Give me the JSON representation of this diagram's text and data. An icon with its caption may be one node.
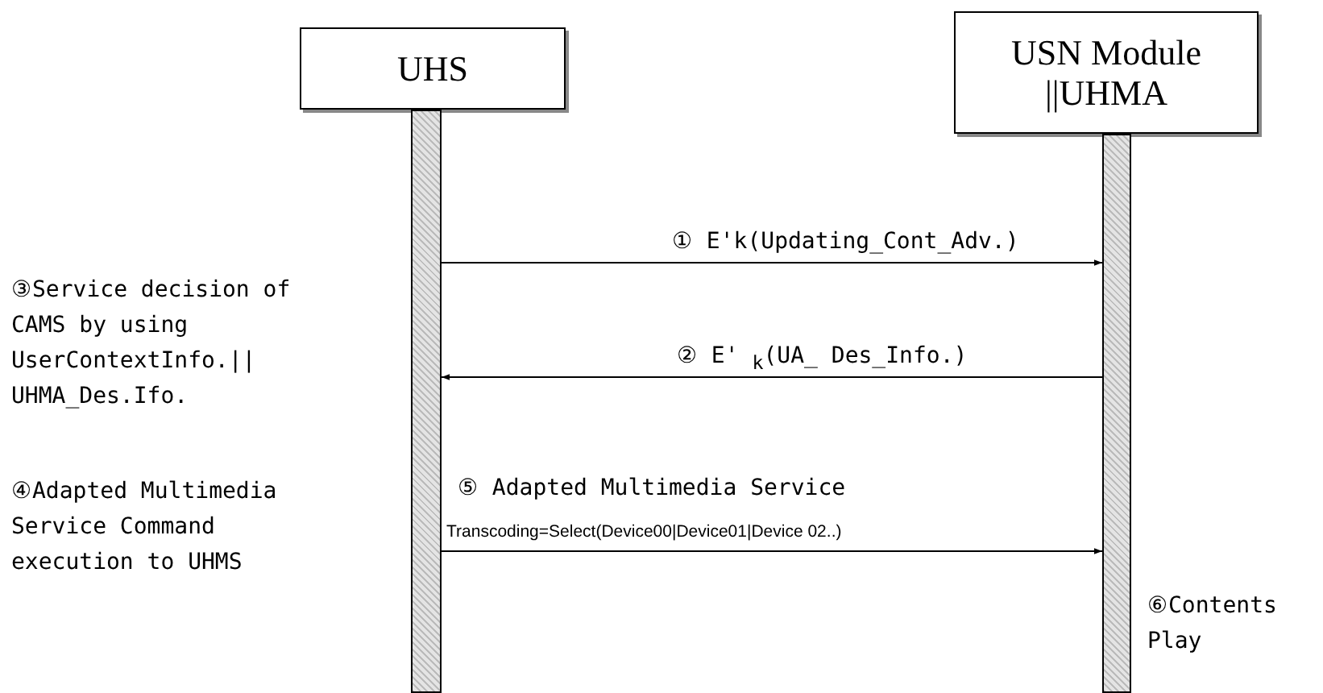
{
  "diagram": {
    "nodes": [
      {
        "text": [
          "UHS"
        ]
      },
      {
        "text": [
          "USN Module ||UHMA"
        ]
      },
      {
        "text": [],
        "shape": "bar"
      },
      {
        "text": [],
        "shape": "bar"
      }
    ],
    "edges": [
      {
        "from": 2,
        "to": 3,
        "arrow": "to",
        "label": "① E'k(Updating_Cont_Adv.)"
      },
      {
        "from": 3,
        "to": 2,
        "arrow": "to",
        "label": "② E' $_{k}$(UA_ Des_Info.)"
      },
      {
        "from": 2,
        "to": 3,
        "arrow": "to",
        "label": "⑤ Adapted Multimedia Service"
      }
    ],
    "labels": [
      "③Service decision of CAMS by using UserContextInfo.|| UHMA_Des.Ifo.",
      "④Adapted Multimedia Service Command execution to UHMS",
      "Transcoding=Select(Device00|Device01|Device 02..)",
      "⑥Contents Play"
    ]
  }
}
